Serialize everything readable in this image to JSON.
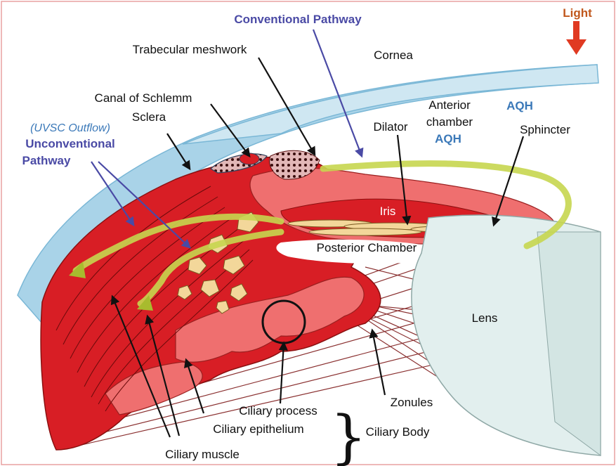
{
  "labels": {
    "light": "Light",
    "conventional_pathway": "Conventional Pathway",
    "trabecular_meshwork": "Trabecular meshwork",
    "cornea": "Cornea",
    "canal_of_schlemm": "Canal of Schlemm",
    "sclera": "Sclera",
    "uvsc_outflow": "(UVSC Outflow)",
    "unconventional_line1": "Unconventional",
    "unconventional_line2": "Pathway",
    "anterior_line1": "Anterior",
    "anterior_line2": "chamber",
    "aqh_top": "AQH",
    "aqh_anterior": "AQH",
    "sphincter": "Sphincter",
    "dilator": "Dilator",
    "iris": "Iris",
    "posterior_chamber": "Posterior Chamber",
    "lens": "Lens",
    "zonules": "Zonules",
    "ciliary_process": "Ciliary process",
    "ciliary_epithelium": "Ciliary epithelium",
    "ciliary_body": "Ciliary Body",
    "ciliary_muscle": "Ciliary muscle"
  },
  "colors": {
    "tissue_red": "#d81e25",
    "tissue_pink": "#ef6f6f",
    "cornea_blue": "#cfe7f2",
    "sclera_blue": "#a9d3e8",
    "lens_fill": "#e2efee",
    "flow_green": "#c7d64f",
    "purple_text": "#4a4aa5",
    "blue_text": "#3a78b8",
    "light_orange": "#c0571c",
    "arrow_red": "#e03a22"
  },
  "icons": {
    "light_arrow": "down-arrow-icon",
    "brace": "right-curly-brace"
  }
}
